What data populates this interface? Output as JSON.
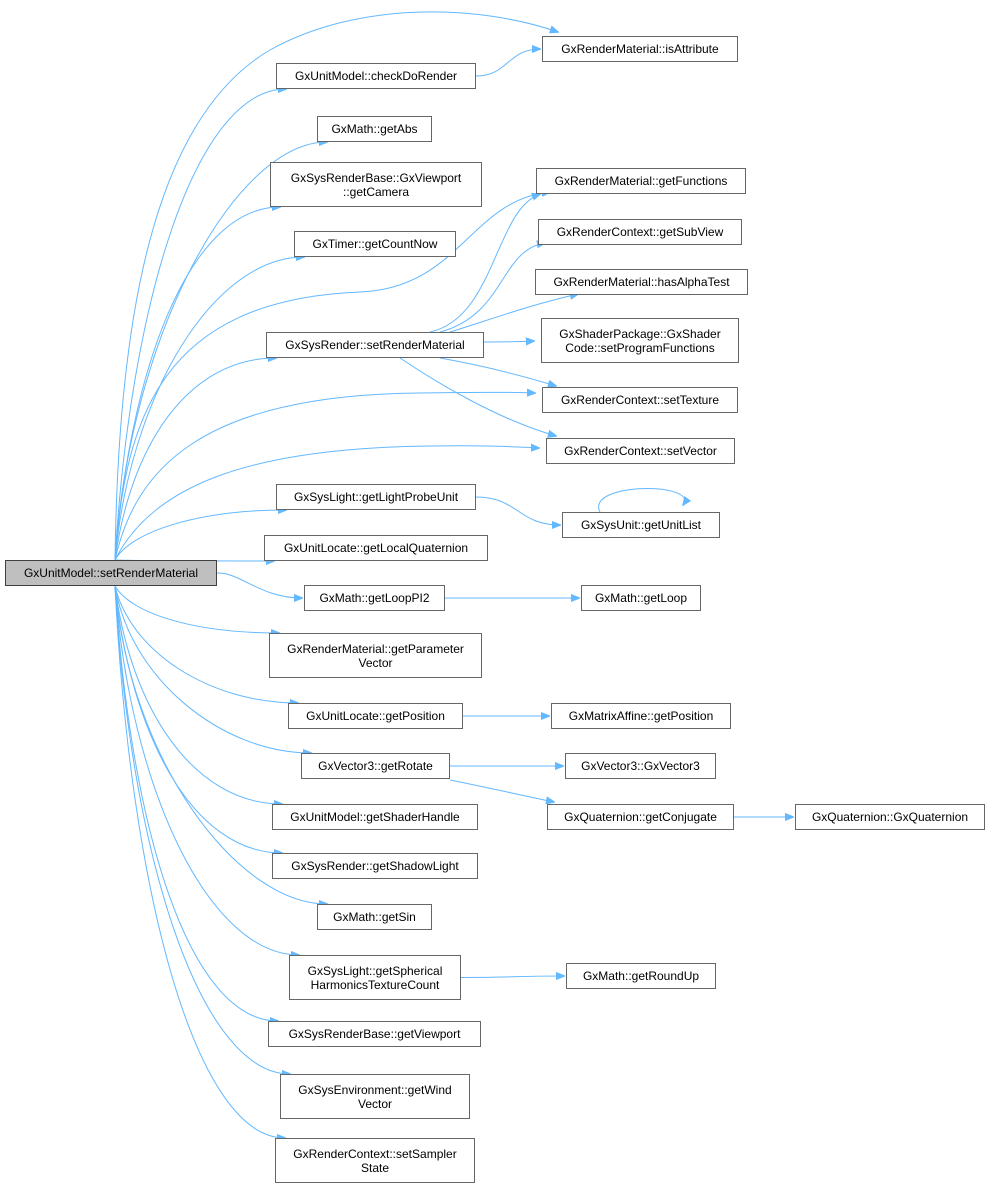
{
  "graph": {
    "root": "n0",
    "nodes": [
      {
        "id": "n0",
        "lines": [
          "GxUnitModel::setRenderMaterial"
        ]
      },
      {
        "id": "n1",
        "lines": [
          "GxUnitModel::checkDoRender"
        ]
      },
      {
        "id": "n2",
        "lines": [
          "GxRenderMaterial::isAttribute"
        ]
      },
      {
        "id": "n3",
        "lines": [
          "GxMath::getAbs"
        ]
      },
      {
        "id": "n4",
        "lines": [
          "GxSysRenderBase::GxViewport",
          "::getCamera"
        ]
      },
      {
        "id": "n5",
        "lines": [
          "GxTimer::getCountNow"
        ]
      },
      {
        "id": "n6",
        "lines": [
          "GxSysRender::setRenderMaterial"
        ]
      },
      {
        "id": "n7",
        "lines": [
          "GxRenderMaterial::getFunctions"
        ]
      },
      {
        "id": "n8",
        "lines": [
          "GxRenderContext::getSubView"
        ]
      },
      {
        "id": "n9",
        "lines": [
          "GxRenderMaterial::hasAlphaTest"
        ]
      },
      {
        "id": "n10",
        "lines": [
          "GxShaderPackage::GxShader",
          "Code::setProgramFunctions"
        ]
      },
      {
        "id": "n11",
        "lines": [
          "GxRenderContext::setTexture"
        ]
      },
      {
        "id": "n12",
        "lines": [
          "GxRenderContext::setVector"
        ]
      },
      {
        "id": "n13",
        "lines": [
          "GxSysLight::getLightProbeUnit"
        ]
      },
      {
        "id": "n14",
        "lines": [
          "GxSysUnit::getUnitList"
        ]
      },
      {
        "id": "n15",
        "lines": [
          "GxUnitLocate::getLocalQuaternion"
        ]
      },
      {
        "id": "n16",
        "lines": [
          "GxMath::getLoopPI2"
        ]
      },
      {
        "id": "n17",
        "lines": [
          "GxMath::getLoop"
        ]
      },
      {
        "id": "n18",
        "lines": [
          "GxRenderMaterial::getParameter",
          "Vector"
        ]
      },
      {
        "id": "n19",
        "lines": [
          "GxUnitLocate::getPosition"
        ]
      },
      {
        "id": "n20",
        "lines": [
          "GxMatrixAffine::getPosition"
        ]
      },
      {
        "id": "n21",
        "lines": [
          "GxVector3::getRotate"
        ]
      },
      {
        "id": "n22",
        "lines": [
          "GxVector3::GxVector3"
        ]
      },
      {
        "id": "n23",
        "lines": [
          "GxQuaternion::getConjugate"
        ]
      },
      {
        "id": "n24",
        "lines": [
          "GxQuaternion::GxQuaternion"
        ]
      },
      {
        "id": "n25",
        "lines": [
          "GxUnitModel::getShaderHandle"
        ]
      },
      {
        "id": "n26",
        "lines": [
          "GxSysRender::getShadowLight"
        ]
      },
      {
        "id": "n27",
        "lines": [
          "GxMath::getSin"
        ]
      },
      {
        "id": "n28",
        "lines": [
          "GxSysLight::getSpherical",
          "HarmonicsTextureCount"
        ]
      },
      {
        "id": "n29",
        "lines": [
          "GxMath::getRoundUp"
        ]
      },
      {
        "id": "n30",
        "lines": [
          "GxSysRenderBase::getViewport"
        ]
      },
      {
        "id": "n31",
        "lines": [
          "GxSysEnvironment::getWind",
          "Vector"
        ]
      },
      {
        "id": "n32",
        "lines": [
          "GxRenderContext::setSampler",
          "State"
        ]
      }
    ],
    "edges": [
      [
        "n0",
        "n2"
      ],
      [
        "n0",
        "n1"
      ],
      [
        "n1",
        "n2"
      ],
      [
        "n0",
        "n3"
      ],
      [
        "n0",
        "n4"
      ],
      [
        "n0",
        "n5"
      ],
      [
        "n0",
        "n6"
      ],
      [
        "n0",
        "n7"
      ],
      [
        "n0",
        "n11"
      ],
      [
        "n0",
        "n12"
      ],
      [
        "n6",
        "n7"
      ],
      [
        "n6",
        "n8"
      ],
      [
        "n6",
        "n9"
      ],
      [
        "n6",
        "n10"
      ],
      [
        "n6",
        "n11"
      ],
      [
        "n6",
        "n12"
      ],
      [
        "n0",
        "n13"
      ],
      [
        "n13",
        "n14"
      ],
      [
        "n14",
        "n14"
      ],
      [
        "n0",
        "n15"
      ],
      [
        "n0",
        "n16"
      ],
      [
        "n16",
        "n17"
      ],
      [
        "n0",
        "n18"
      ],
      [
        "n0",
        "n19"
      ],
      [
        "n19",
        "n20"
      ],
      [
        "n0",
        "n21"
      ],
      [
        "n21",
        "n22"
      ],
      [
        "n21",
        "n23"
      ],
      [
        "n23",
        "n24"
      ],
      [
        "n0",
        "n25"
      ],
      [
        "n0",
        "n26"
      ],
      [
        "n0",
        "n27"
      ],
      [
        "n0",
        "n28"
      ],
      [
        "n28",
        "n29"
      ],
      [
        "n0",
        "n30"
      ],
      [
        "n0",
        "n31"
      ],
      [
        "n0",
        "n32"
      ]
    ]
  }
}
